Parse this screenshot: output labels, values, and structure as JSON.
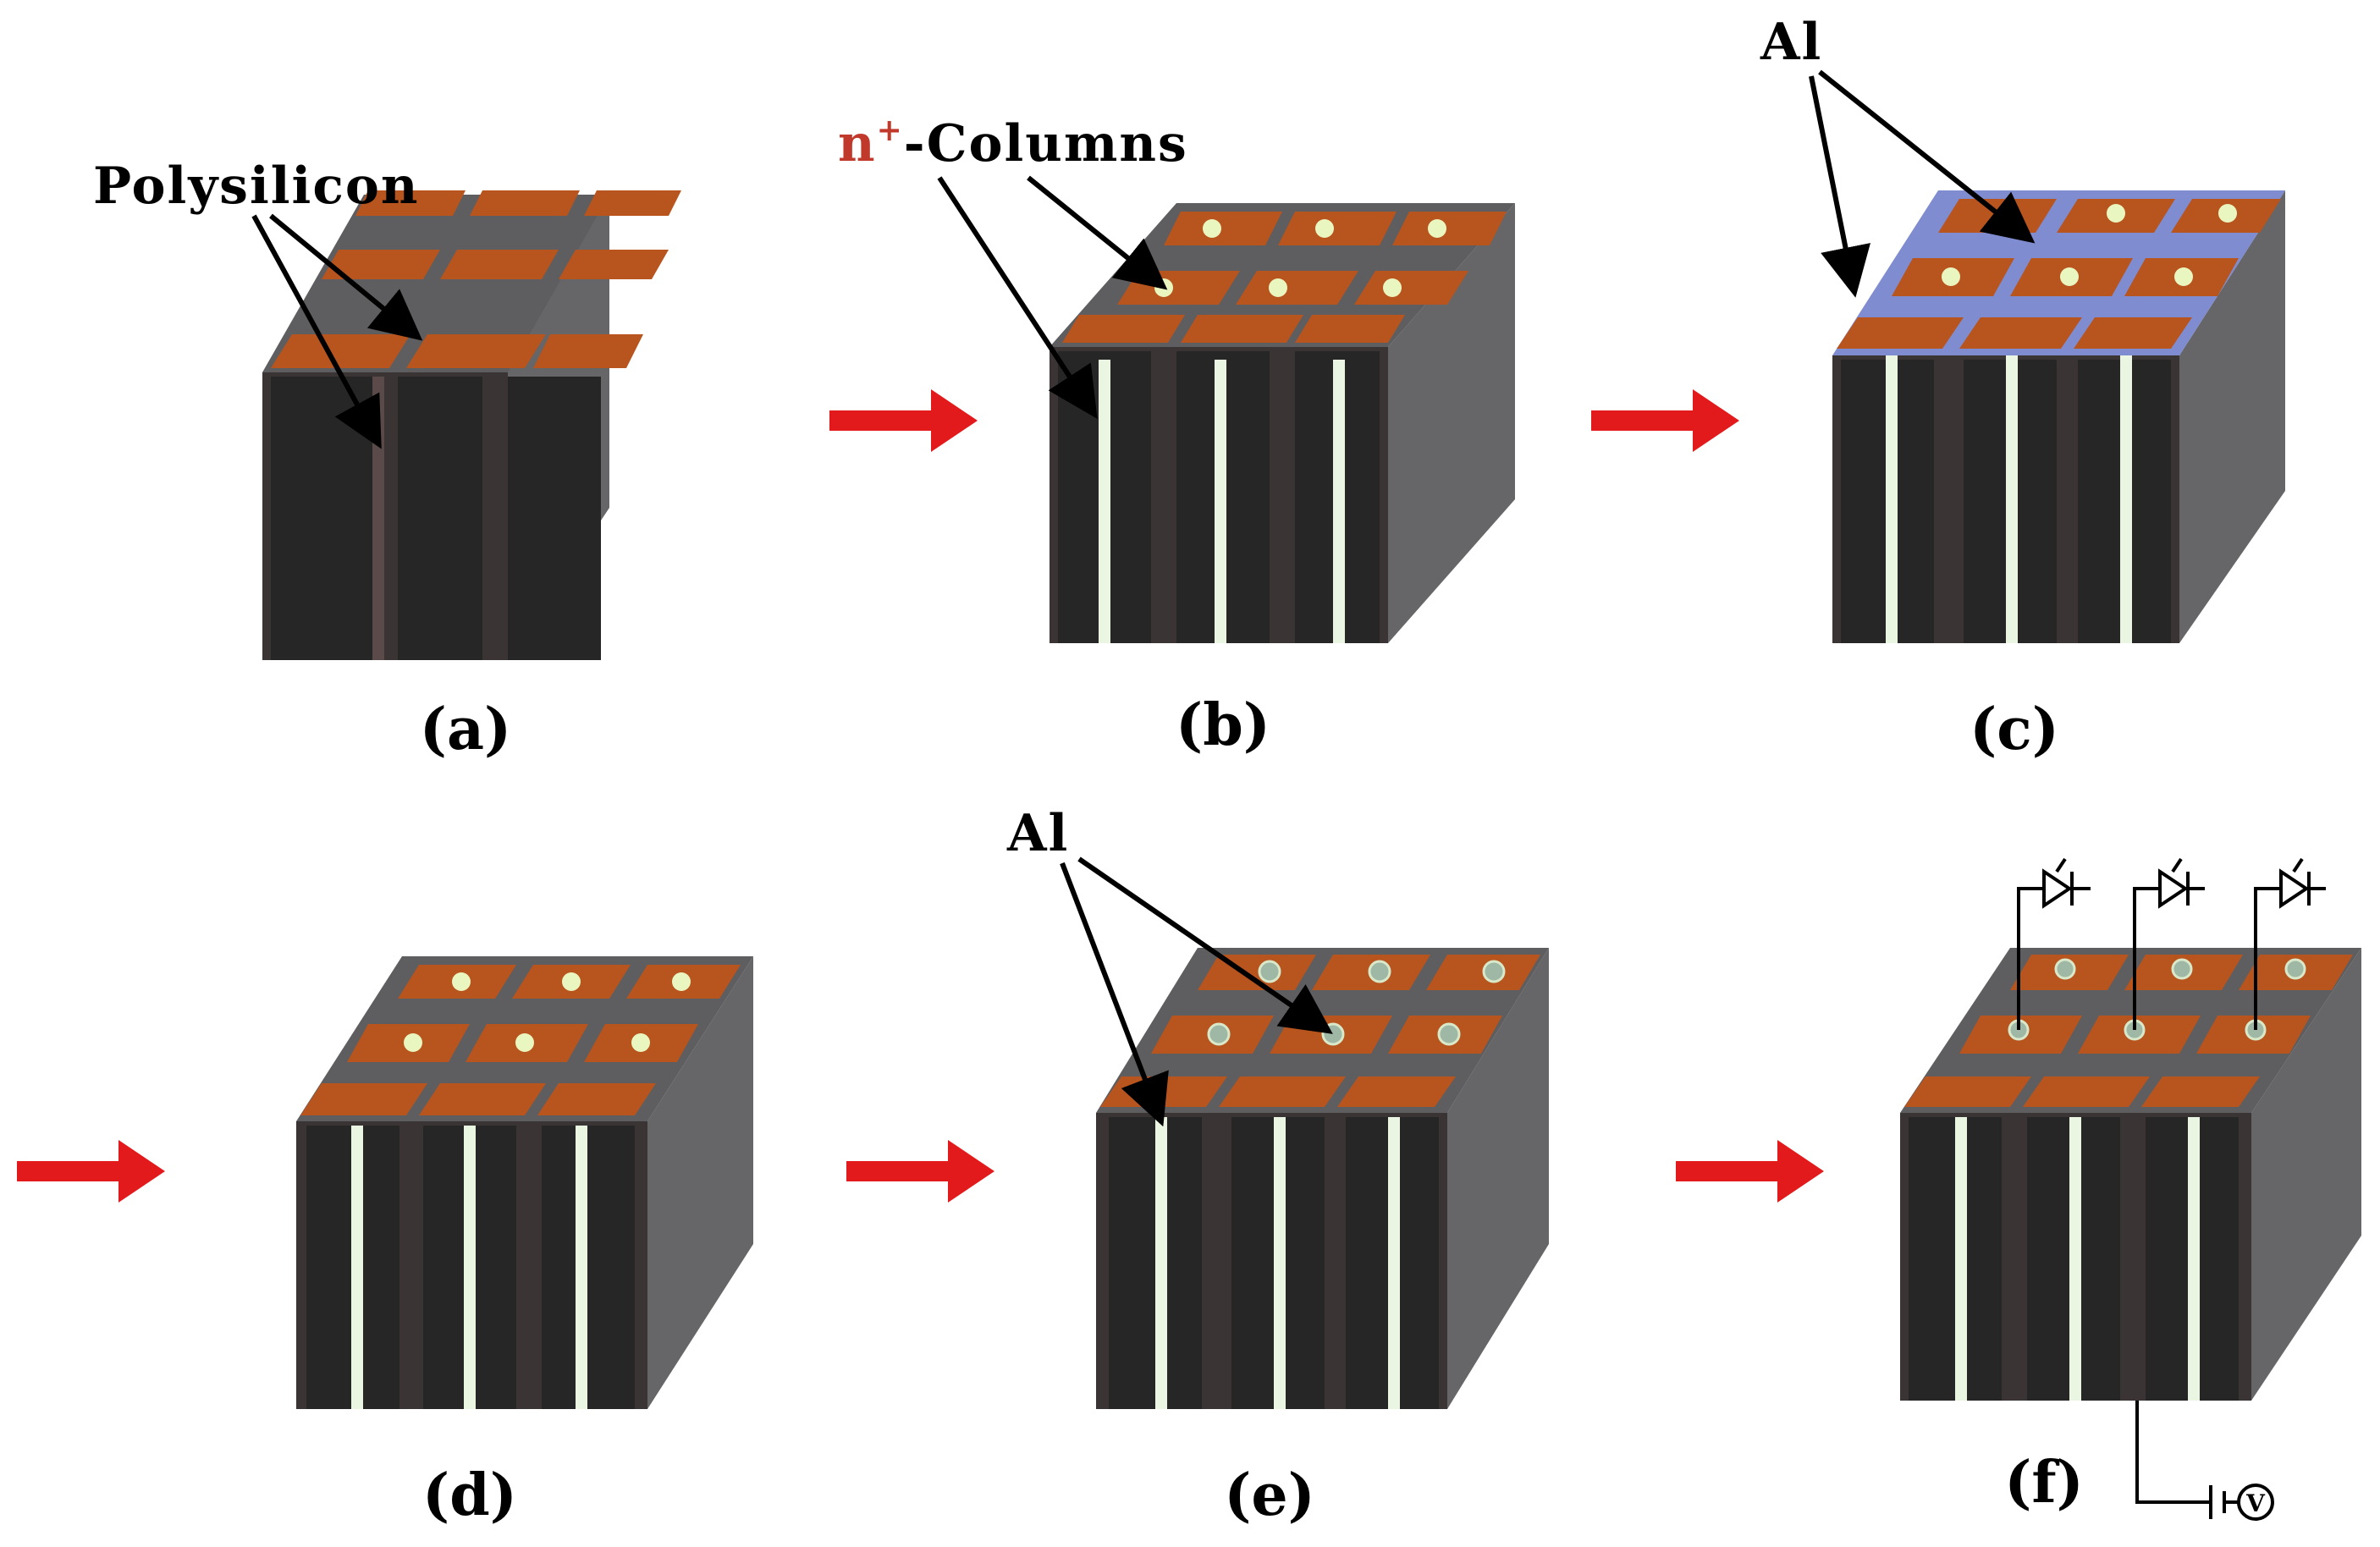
{
  "figure": {
    "panels": [
      {
        "id": "a",
        "caption": "(a)"
      },
      {
        "id": "b",
        "caption": "(b)"
      },
      {
        "id": "c",
        "caption": "(c)"
      },
      {
        "id": "d",
        "caption": "(d)"
      },
      {
        "id": "e",
        "caption": "(e)"
      },
      {
        "id": "f",
        "caption": "(f)"
      }
    ],
    "labels": {
      "polysilicon": "Polysilicon",
      "n_columns_n": "n",
      "n_columns_sup": "+",
      "n_columns_rest": "-Columns",
      "al_c": "Al",
      "al_e": "Al",
      "voltage_symbol": "V"
    }
  },
  "colors": {
    "block_front": "#262626",
    "block_side": "#666668",
    "pad_orange": "#b8541e",
    "aluminum_grid": "#7f8cd0",
    "column_white": "#eaf6e2",
    "arrow_red": "#e31a1c",
    "edge_red": "#a63a3a"
  }
}
